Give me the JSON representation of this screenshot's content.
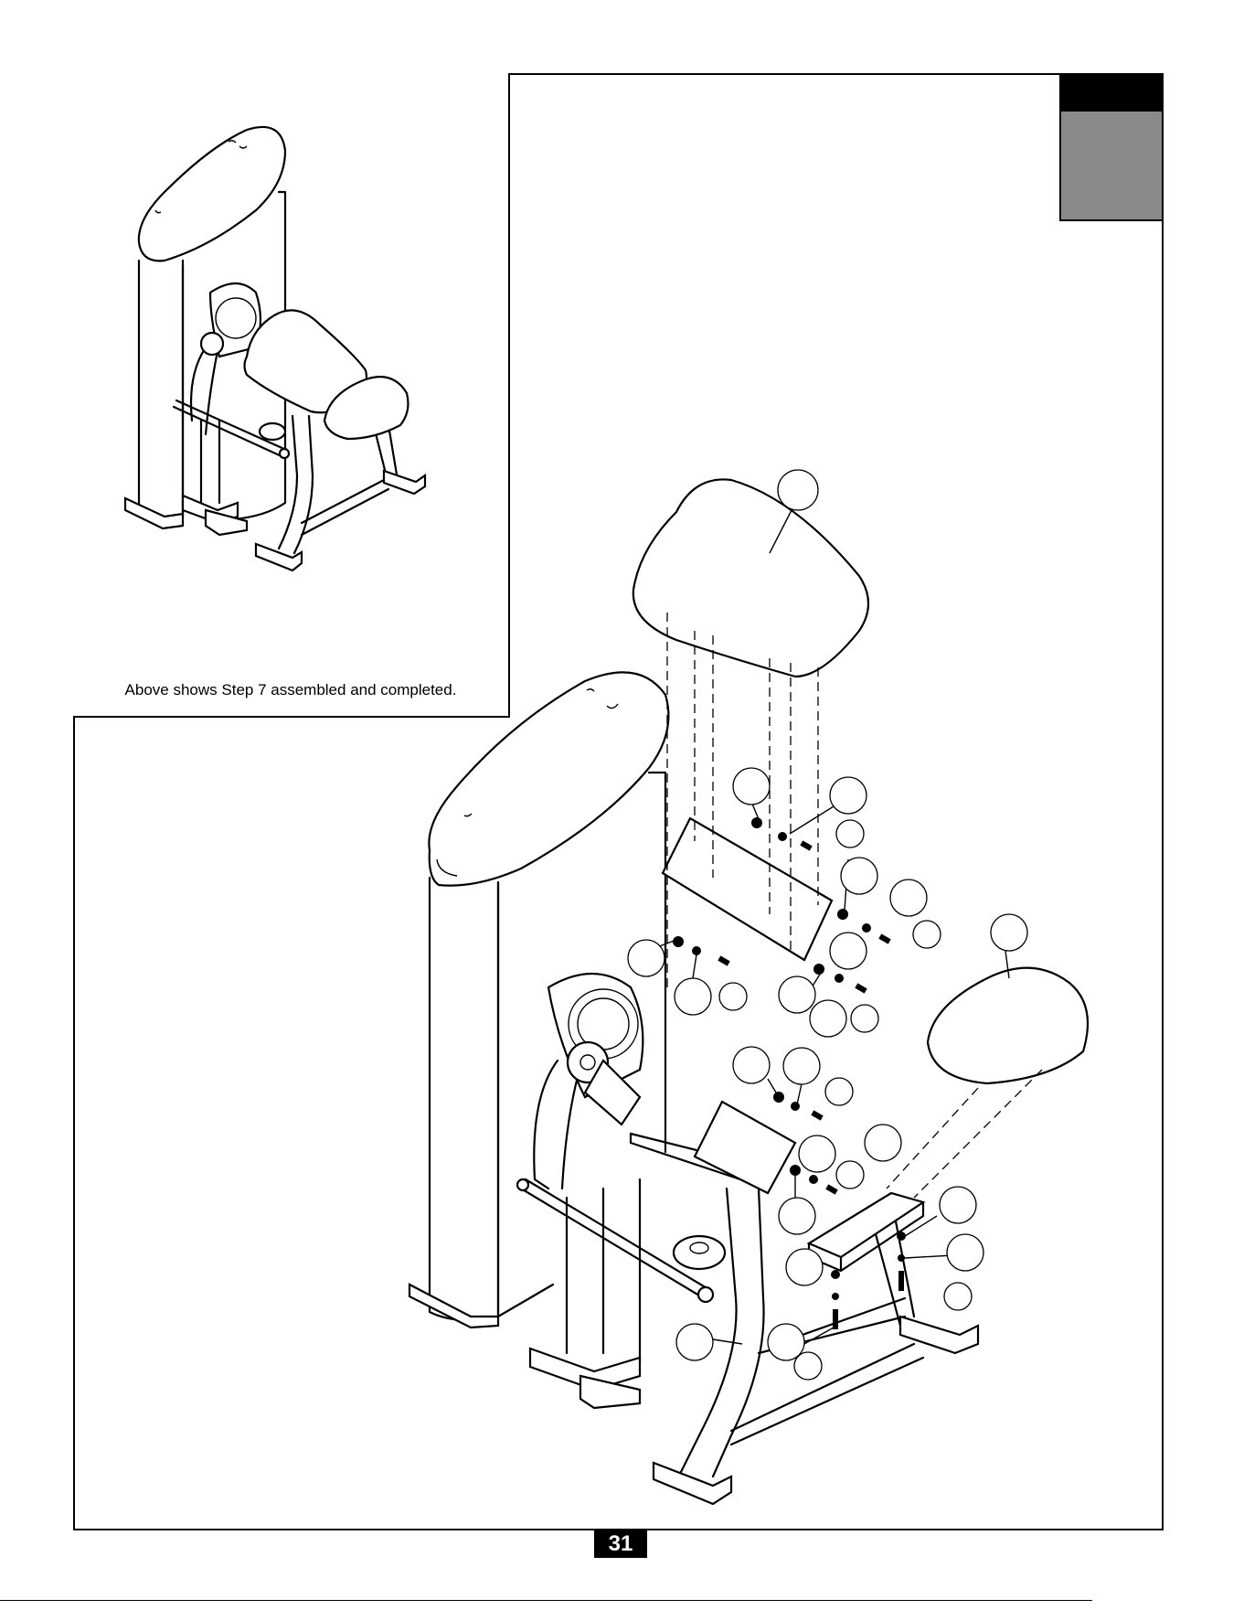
{
  "page": {
    "inset_caption": "Above shows Step 7 assembled and completed.",
    "page_number": "31"
  },
  "colors": {
    "tab_top": "#000000",
    "tab_bottom": "#8a8a8a"
  },
  "illustration": {
    "callout_count": 30
  }
}
